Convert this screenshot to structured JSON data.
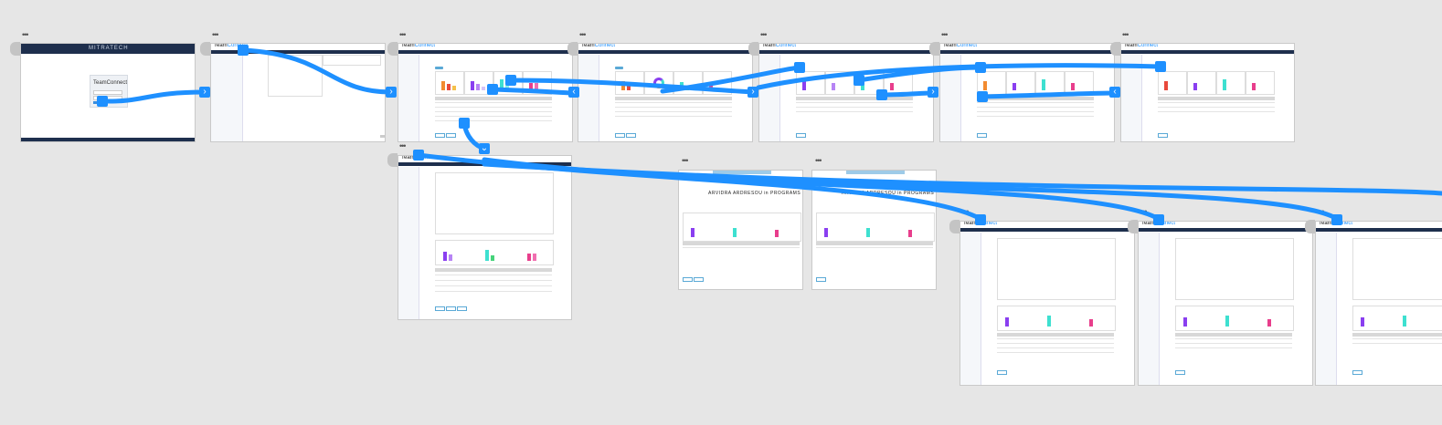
{
  "board": {
    "menu_glyph": "•••",
    "login": {
      "brand": "MITRATECH",
      "product": "TeamConnect"
    },
    "app_brand_main": "Team",
    "app_brand_accent": "Connect",
    "banner_title": "ARVIDRA ARDRESOU in PROGRAMS",
    "node_icons": {
      "next": "chevron-right-icon",
      "back": "chevron-left-icon",
      "down": "chevron-down-icon"
    },
    "colors": {
      "link": "#1e90ff",
      "header": "#1e2f4d",
      "chart_purple": "#8a3ff0",
      "chart_teal": "#3ee0d0",
      "chart_pink": "#e83e8c",
      "chart_orange": "#f28b30"
    }
  }
}
